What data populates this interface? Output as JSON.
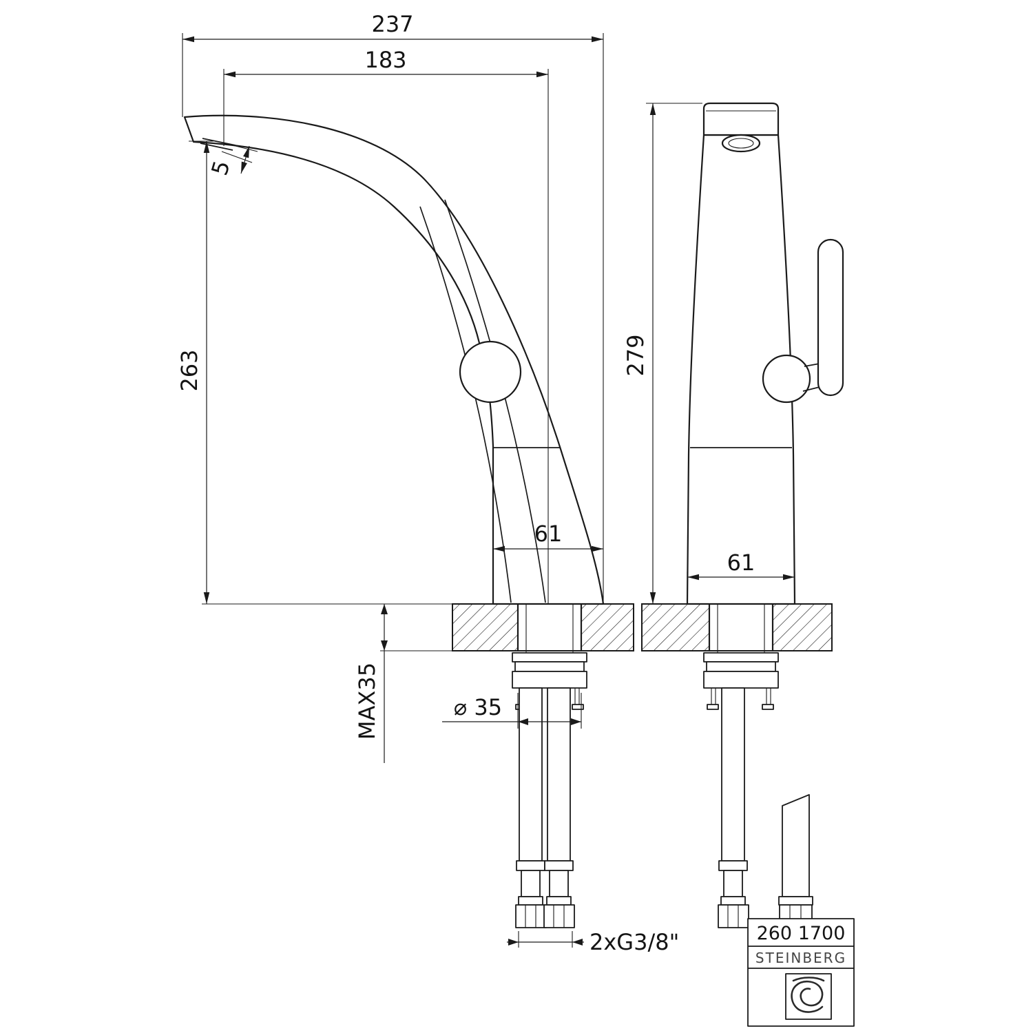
{
  "page": {
    "background": "#ffffff",
    "line_color": "#1a1a1a"
  },
  "dims": {
    "overall_depth": "237",
    "spout_reach": "183",
    "spout_tip_thickness": "5",
    "spout_height": "263",
    "total_height": "279",
    "base_depth": "61",
    "base_width": "61",
    "max_deck_thickness": "MAX35",
    "hole_diameter": "⌀ 35",
    "supply_connection": "2xG3/8\""
  },
  "title_block": {
    "model_number": "260 1700",
    "brand": "STEINBERG",
    "logo": "steinberg-logo"
  }
}
